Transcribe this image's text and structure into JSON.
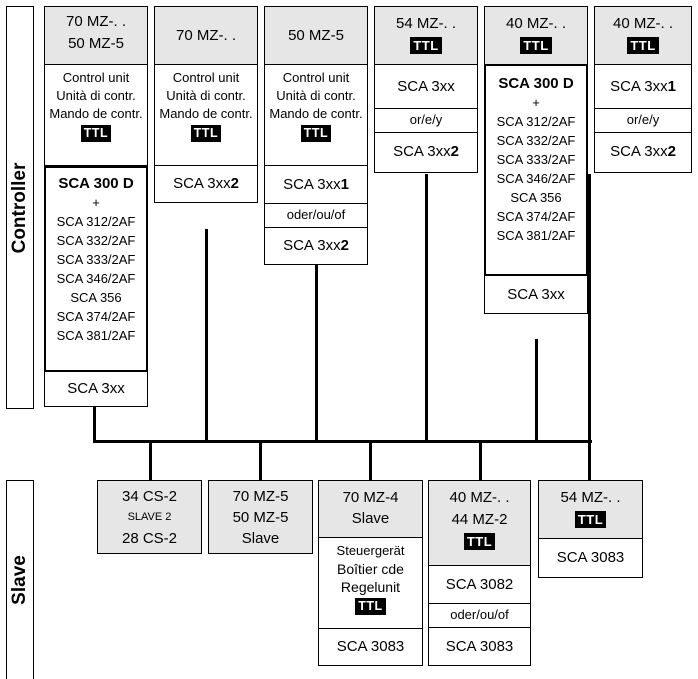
{
  "side_labels": {
    "controller": "Controller",
    "slave": "Slave"
  },
  "ttl": "TTL",
  "controllers": [
    {
      "header": [
        "70 MZ-. .",
        "50 MZ-5"
      ],
      "unit": [
        "Control unit",
        "Unità di contr.",
        "Mando de contr."
      ],
      "module_bold": "SCA 300 D",
      "plus": "+",
      "modules": [
        "SCA 312/2AF",
        "SCA 332/2AF",
        "SCA 333/2AF",
        "SCA 346/2AF",
        "SCA 356",
        "SCA 374/2AF",
        "SCA 381/2AF"
      ],
      "adapter": "SCA 3xx"
    },
    {
      "header": [
        "70 MZ-. ."
      ],
      "unit": [
        "Control unit",
        "Unità di contr.",
        "Mando de contr."
      ],
      "adapter_prefix": "SCA 3xx",
      "adapter_suffix": "2"
    },
    {
      "header": [
        "50 MZ-5"
      ],
      "unit": [
        "Control unit",
        "Unità di contr.",
        "Mando de contr."
      ],
      "opt1_prefix": "SCA 3xx",
      "opt1_suffix": "1",
      "sep": "oder/ou/of",
      "opt2_prefix": "SCA 3xx",
      "opt2_suffix": "2"
    },
    {
      "header": [
        "54 MZ-. ."
      ],
      "opt1": "SCA 3xx",
      "sep": "or/e/y",
      "opt2_prefix": "SCA 3xx",
      "opt2_suffix": "2"
    },
    {
      "header": [
        "40 MZ-. ."
      ],
      "module_bold": "SCA 300 D",
      "plus": "+",
      "modules": [
        "SCA 312/2AF",
        "SCA 332/2AF",
        "SCA 333/2AF",
        "SCA 346/2AF",
        "SCA 356",
        "SCA 374/2AF",
        "SCA 381/2AF"
      ],
      "adapter": "SCA 3xx"
    },
    {
      "header": [
        "40 MZ-. ."
      ],
      "opt1_prefix": "SCA 3xx",
      "opt1_suffix": "1",
      "sep": "or/e/y",
      "opt2_prefix": "SCA 3xx",
      "opt2_suffix": "2"
    }
  ],
  "slaves": [
    {
      "lines": [
        "34 CS-2",
        "SLAVE 2",
        "28 CS-2"
      ]
    },
    {
      "lines": [
        "70 MZ-5",
        "50 MZ-5",
        "Slave"
      ]
    },
    {
      "header": [
        "70 MZ-4",
        "Slave"
      ],
      "unit": [
        "Steuergerät",
        "Boîtier cde",
        "Regelunit"
      ],
      "adapter": "SCA 3083"
    },
    {
      "header": [
        "40 MZ-. .",
        "44 MZ-2"
      ],
      "opt1": "SCA 3082",
      "sep": "oder/ou/of",
      "opt2": "SCA 3083"
    },
    {
      "header": [
        "54 MZ-. ."
      ],
      "adapter": "SCA 3083"
    }
  ]
}
